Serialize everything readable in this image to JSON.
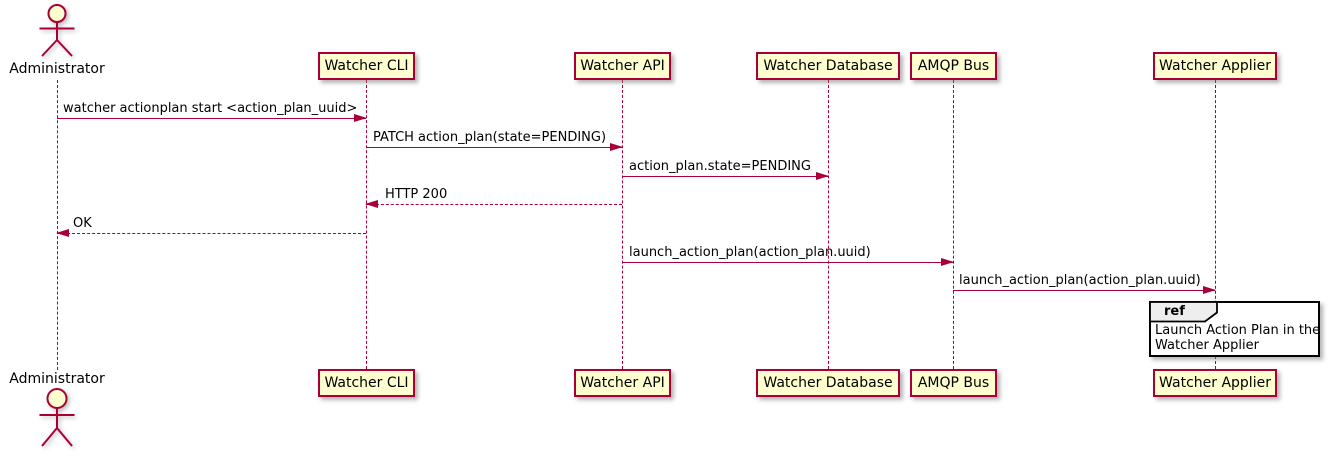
{
  "diagram_type": "uml-sequence",
  "actor": {
    "name": "Administrator"
  },
  "participants": [
    {
      "name": "Watcher CLI"
    },
    {
      "name": "Watcher API"
    },
    {
      "name": "Watcher Database"
    },
    {
      "name": "AMQP Bus"
    },
    {
      "name": "Watcher Applier"
    }
  ],
  "messages": [
    {
      "from": "Administrator",
      "to": "Watcher CLI",
      "text": "watcher actionplan start <action_plan_uuid>",
      "line": "solid",
      "direction": "right"
    },
    {
      "from": "Watcher CLI",
      "to": "Watcher API",
      "text": "PATCH action_plan(state=PENDING)",
      "line": "solid",
      "direction": "right"
    },
    {
      "from": "Watcher API",
      "to": "Watcher Database",
      "text": "action_plan.state=PENDING",
      "line": "solid",
      "direction": "right"
    },
    {
      "from": "Watcher API",
      "to": "Watcher CLI",
      "text": "HTTP 200",
      "line": "dashed",
      "direction": "left"
    },
    {
      "from": "Watcher CLI",
      "to": "Administrator",
      "text": "OK",
      "line": "dashed",
      "direction": "left"
    },
    {
      "from": "Watcher API",
      "to": "AMQP Bus",
      "text": "launch_action_plan(action_plan.uuid)",
      "line": "solid",
      "direction": "right"
    },
    {
      "from": "AMQP Bus",
      "to": "Watcher Applier",
      "text": "launch_action_plan(action_plan.uuid)",
      "line": "solid",
      "direction": "right"
    }
  ],
  "ref": {
    "label": "ref",
    "line1": "Launch Action Plan in the",
    "line2": "Watcher Applier"
  },
  "colors": {
    "box_fill": "#FEFECE",
    "stroke": "#A80036",
    "ref_header_fill": "#EEEEEE",
    "ref_border": "#000000",
    "text": "#000000"
  }
}
